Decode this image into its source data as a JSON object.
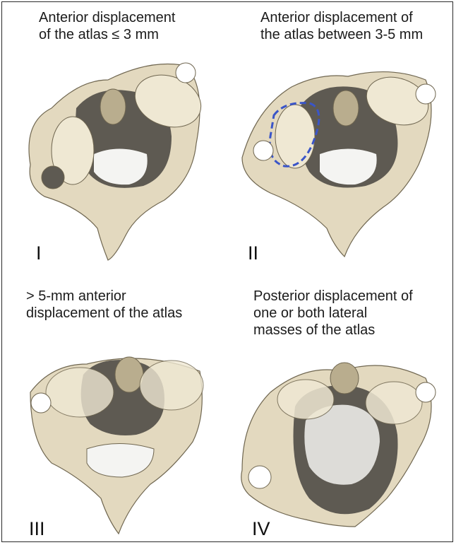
{
  "panels": [
    {
      "id": "I",
      "caption": "Anterior displacement\nof the atlas ≤ 3 mm",
      "numeral": "I"
    },
    {
      "id": "II",
      "caption": "Anterior displacement of\nthe atlas between 3-5 mm",
      "numeral": "II"
    },
    {
      "id": "III",
      "caption": "> 5-mm anterior\ndisplacement of the atlas",
      "numeral": "III"
    },
    {
      "id": "IV",
      "caption": "Posterior displacement of\none or both lateral\nmasses of the atlas",
      "numeral": "IV"
    }
  ],
  "colors": {
    "bone": "#e3d9bf",
    "bone_light": "#efe8d3",
    "bone_shadow": "#b9ad8e",
    "outline": "#6f6650",
    "canal_dark": "#5e5a52",
    "canal_light": "#f4f4f2",
    "highlight_dash": "#3a55c8"
  }
}
